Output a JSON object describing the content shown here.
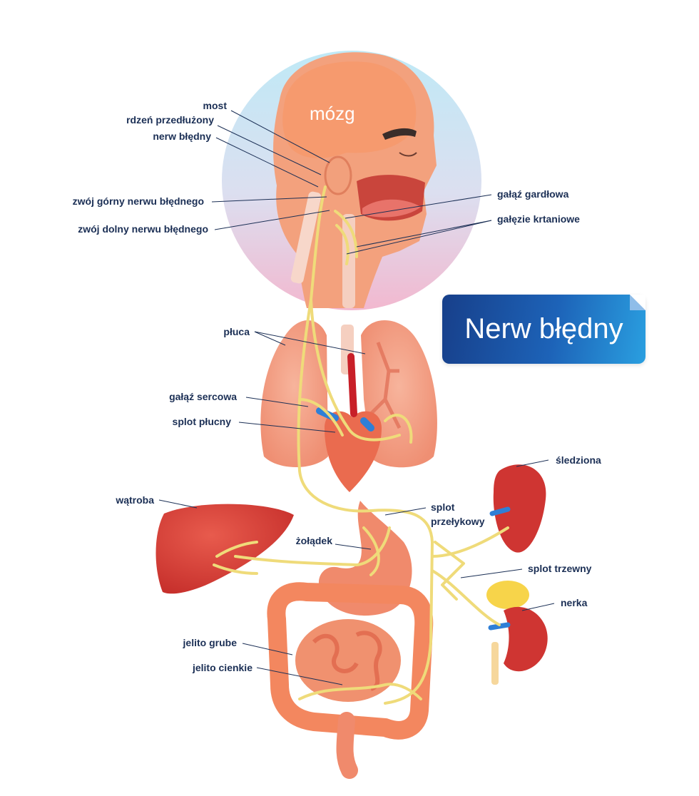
{
  "title": "Nerw błędny",
  "brain_label": "mózg",
  "labels": {
    "most": "most",
    "rdzen": "rdzeń przedłużony",
    "nerw": "nerw błędny",
    "zwoj_gorny": "zwój górny nerwu błędnego",
    "zwoj_dolny": "zwój dolny nerwu błędnego",
    "galaz_gardlowa": "gałąź gardłowa",
    "galezie_krtaniowe": "gałęzie krtaniowe",
    "pluca": "płuca",
    "galaz_sercowa": "gałąź sercowa",
    "splot_plucny": "splot płucny",
    "sledziona": "śledziona",
    "watroba": "wątroba",
    "splot_przelykowy_1": "splot",
    "splot_przelykowy_2": "przełykowy",
    "zoladek": "żołądek",
    "splot_trzewny": "splot trzewny",
    "nerka": "nerka",
    "jelito_grube": "jelito grube",
    "jelito_cienkie": "jelito cienkie"
  },
  "colors": {
    "label_text": "#1b2f55",
    "nerve": "#efdb7a",
    "organ": "#f08a6c",
    "liver": "#d8423a",
    "title_start": "#173f8a",
    "title_end": "#2a9fe0"
  }
}
